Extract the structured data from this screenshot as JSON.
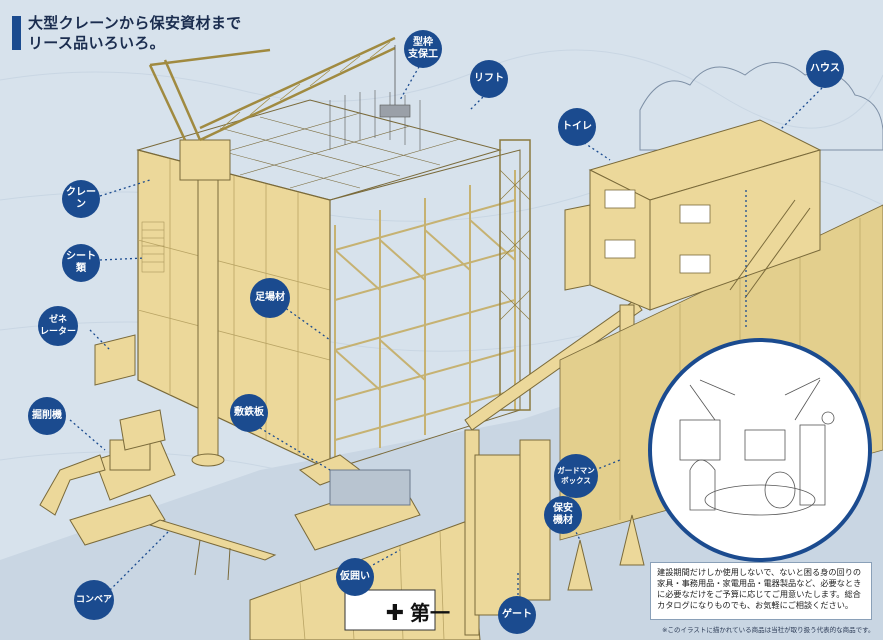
{
  "title": {
    "line1": "大型クレーンから保安資材まで",
    "line2": "リース品いろいろ。"
  },
  "labels": {
    "crane": "クレーン",
    "sheets": "シート\n類",
    "generator": "ゼネ\nレーター",
    "excavator": "掘削機",
    "conveyor": "コンベア",
    "formwork": "型枠\n支保工",
    "lift": "リフト",
    "scaffold": "足場材",
    "steel_plate": "敷鉄板",
    "temp_fence": "仮囲い",
    "toilet": "トイレ",
    "house": "ハウス",
    "guardman_box": "ガードマン\nボックス",
    "safety_equipment": "保安\n機材",
    "gate": "ゲート"
  },
  "info_text": "建設期間だけしか使用しないで、ないと困る身の回りの家具・事務用品・家電用品・電器製品など、必要なときに必要なだけをご予算に応じてご用意いたします。総合カタログになりものでも、お気軽にご相談ください。",
  "footnote": "※このイラストに描かれている商品は当社が取り扱う代表的な商品です。",
  "sign_text": "第一",
  "colors": {
    "background": "#d7e2ec",
    "structure": "#ecd89a",
    "outline": "#7a6a3a",
    "badge": "#1b4b8f",
    "accent": "#1b4b8f"
  }
}
